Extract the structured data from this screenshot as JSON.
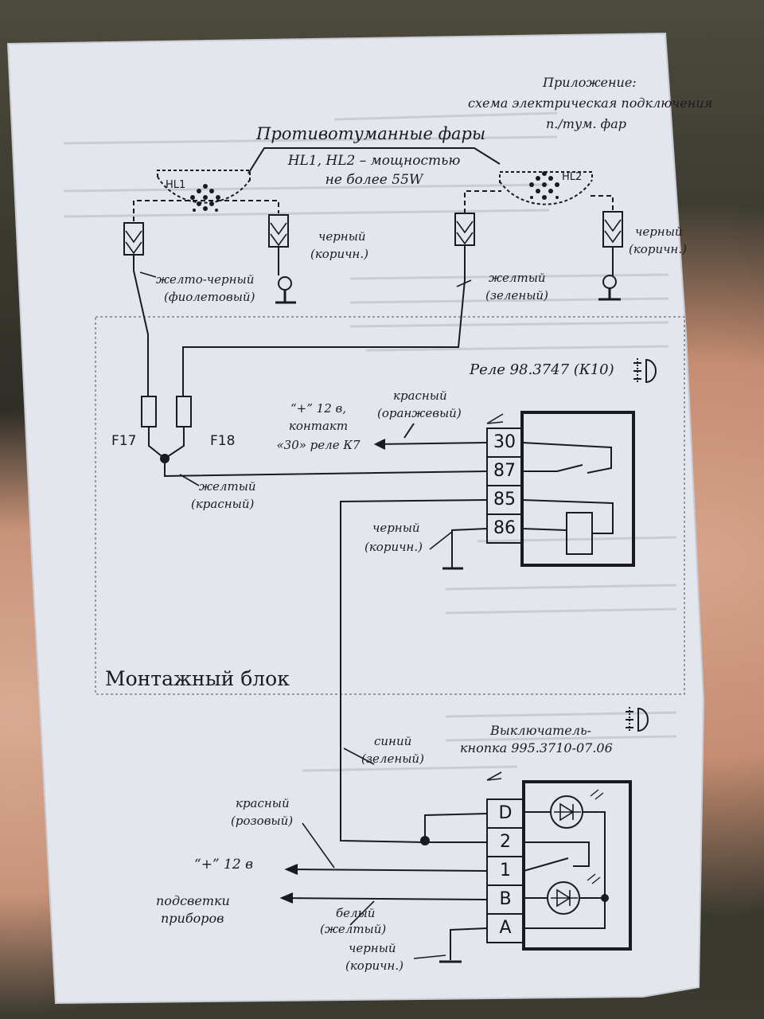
{
  "header": {
    "appendix_line1": "Приложение:",
    "appendix_line2": "схема электрическая подключения",
    "appendix_line3": "п./тум. фар"
  },
  "fog_lights": {
    "title": "Противотуманные фары",
    "power_line1": "HL1, HL2 – мощностью",
    "power_line2": "не более 55W",
    "hl1": "HL1",
    "hl2": "HL2"
  },
  "wires": {
    "hl1_left_1": "желто-черный",
    "hl1_left_2": "(фиолетовый)",
    "hl1_ground_1": "черный",
    "hl1_ground_2": "(коричн.)",
    "hl2_left_1": "желтый",
    "hl2_left_2": "(зеленый)",
    "hl2_ground_1": "черный",
    "hl2_ground_2": "(коричн.)",
    "fuse_relay_1": "желтый",
    "fuse_relay_2": "(красный)",
    "relay_power_1": "красный",
    "relay_power_2": "(оранжевый)",
    "relay_ground_1": "черный",
    "relay_ground_2": "(коричн.)",
    "switch_blue_1": "синий",
    "switch_blue_2": "(зеленый)",
    "switch_red_1": "красный",
    "switch_red_2": "(розовый)",
    "switch_white_1": "белый",
    "switch_white_2": "(желтый)",
    "switch_black_1": "черный",
    "switch_black_2": "(коричн.)"
  },
  "relay": {
    "title": "Реле 98.3747 (К10)",
    "plus_line1": "“+” 12 в,",
    "plus_line2": "контакт",
    "plus_line3": "«30» реле К7",
    "pins": [
      "30",
      "87",
      "85",
      "86"
    ]
  },
  "fuses": {
    "f17": "F17",
    "f18": "F18"
  },
  "mounting_block": {
    "label": "Монтажный блок"
  },
  "switch": {
    "title_line1": "Выключатель-",
    "title_line2": "кнопка 995.3710-07.06",
    "plus_12v": "“+” 12 в",
    "backlight_line1": "подсветки",
    "backlight_line2": "приборов",
    "pins": [
      "D",
      "2",
      "1",
      "B",
      "A"
    ]
  },
  "colors": {
    "paper": "#e4e7ee",
    "ink": "#1b1b1f",
    "dashed_frame": "#6b6e78"
  }
}
